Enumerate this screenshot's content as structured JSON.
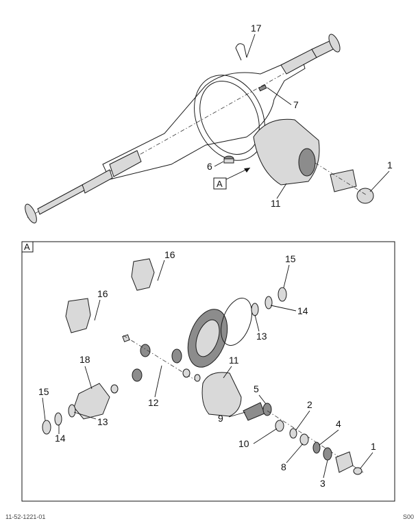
{
  "figure": {
    "callouts_top": [
      {
        "id": "17",
        "label": "17"
      },
      {
        "id": "7",
        "label": "7"
      },
      {
        "id": "6",
        "label": "6"
      },
      {
        "id": "1",
        "label": "1"
      },
      {
        "id": "11",
        "label": "11"
      }
    ],
    "view_ref": "A",
    "detail": {
      "label": "A",
      "callouts": [
        {
          "id": "16a",
          "label": "16"
        },
        {
          "id": "15a",
          "label": "15"
        },
        {
          "id": "16b",
          "label": "16"
        },
        {
          "id": "14a",
          "label": "14"
        },
        {
          "id": "13a",
          "label": "13"
        },
        {
          "id": "11",
          "label": "11"
        },
        {
          "id": "18",
          "label": "18"
        },
        {
          "id": "12",
          "label": "12"
        },
        {
          "id": "5",
          "label": "5"
        },
        {
          "id": "15b",
          "label": "15"
        },
        {
          "id": "9",
          "label": "9"
        },
        {
          "id": "13b",
          "label": "13"
        },
        {
          "id": "14b",
          "label": "14"
        },
        {
          "id": "2",
          "label": "2"
        },
        {
          "id": "10",
          "label": "10"
        },
        {
          "id": "4",
          "label": "4"
        },
        {
          "id": "8",
          "label": "8"
        },
        {
          "id": "1",
          "label": "1"
        },
        {
          "id": "3",
          "label": "3"
        }
      ]
    },
    "footer_left": "11-52-1221-01",
    "footer_right": "S00"
  }
}
